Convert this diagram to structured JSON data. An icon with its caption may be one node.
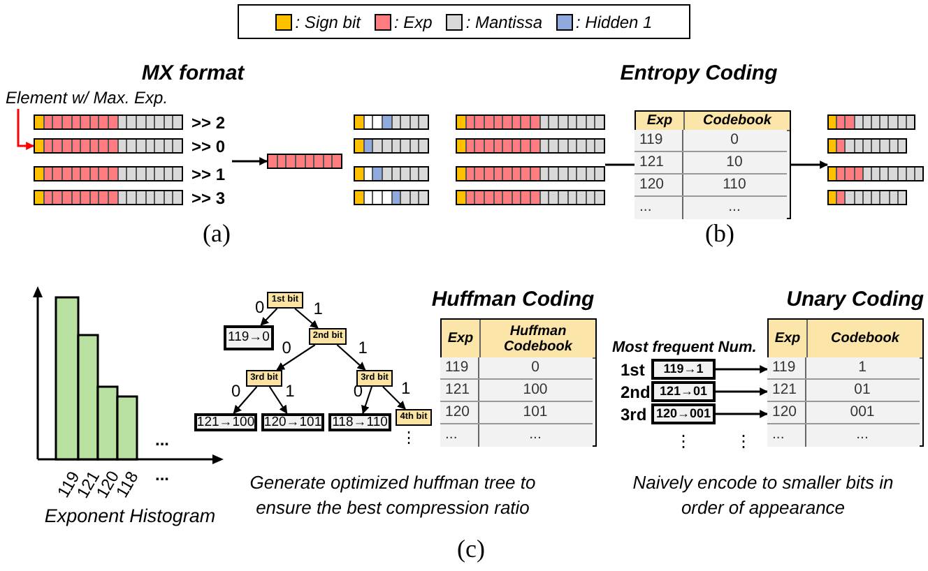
{
  "diagram": {
    "nodes": [
      {
        "text": [
          "Element w/ Max. Exp."
        ]
      },
      {
        "text": [],
        "shape": "bar",
        "beside": [
          ">> 2"
        ]
      },
      {
        "text": [],
        "shape": "bar",
        "beside": [
          ">> 0"
        ]
      },
      {
        "text": [],
        "shape": "bar",
        "beside": [
          ">> 1"
        ]
      },
      {
        "text": [],
        "shape": "bar",
        "beside": [
          ">> 3"
        ]
      },
      {
        "text": [],
        "shape": "bar"
      },
      {
        "text": [],
        "shape": "bar"
      },
      {
        "text": [],
        "shape": "bar"
      },
      {
        "text": [],
        "shape": "bar"
      },
      {
        "text": [],
        "shape": "bar"
      },
      {
        "text": [],
        "shape": "bar"
      },
      {
        "text": [],
        "shape": "bar"
      },
      {
        "text": [],
        "shape": "bar"
      },
      {
        "text": [],
        "shape": "bar"
      },
      {
        "text": [
          "Exp",
          "Codebook"
        ]
      },
      {
        "text": [
          "119",
          "0"
        ],
        "in": 14
      },
      {
        "text": [
          "121",
          "10"
        ],
        "in": 14
      },
      {
        "text": [
          "120",
          "110"
        ],
        "in": 14
      },
      {
        "text": [
          "...",
          "..."
        ],
        "in": 14
      },
      {
        "text": [],
        "shape": "bar"
      },
      {
        "text": [],
        "shape": "bar"
      },
      {
        "text": [],
        "shape": "bar"
      },
      {
        "text": [],
        "shape": "bar"
      },
      {
        "text": [
          "1st bit"
        ]
      },
      {
        "text": [
          "119→0"
        ]
      },
      {
        "text": [
          "2nd bit"
        ]
      },
      {
        "text": [
          "3rd bit"
        ]
      },
      {
        "text": [
          "3rd bit"
        ]
      },
      {
        "text": [
          "121→100"
        ]
      },
      {
        "text": [
          "120→101"
        ]
      },
      {
        "text": [
          "118→110"
        ]
      },
      {
        "text": [
          "4th bit"
        ]
      },
      {
        "text": [
          "Exp",
          "Huffman Codebook"
        ]
      },
      {
        "text": [
          "119",
          "0"
        ],
        "in": 32
      },
      {
        "text": [
          "121",
          "100"
        ],
        "in": 32
      },
      {
        "text": [
          "120",
          "101"
        ],
        "in": 32
      },
      {
        "text": [
          "...",
          "..."
        ],
        "in": 32
      },
      {
        "text": [
          "119→1"
        ],
        "beside": [
          "1st"
        ]
      },
      {
        "text": [
          "121→01"
        ],
        "beside": [
          "2nd"
        ]
      },
      {
        "text": [
          "120→001"
        ],
        "beside": [
          "3rd"
        ]
      },
      {
        "text": [
          "Exp",
          "Codebook"
        ]
      },
      {
        "text": [
          "119",
          "1"
        ],
        "in": 40
      },
      {
        "text": [
          "121",
          "01"
        ],
        "in": 40
      },
      {
        "text": [
          "120",
          "001"
        ],
        "in": 40
      },
      {
        "text": [
          "...",
          "..."
        ],
        "in": 40
      }
    ],
    "edges": [
      {
        "from": 0,
        "to": 2,
        "arrow": "to",
        "color": "#ff0000"
      },
      {
        "from": 2,
        "to": 5,
        "arrow": "to"
      },
      {
        "from": 12,
        "to": 14,
        "arrow": "none"
      },
      {
        "from": 14,
        "to": 20,
        "arrow": "to"
      },
      {
        "from": 23,
        "to": 24,
        "arrow": "to",
        "label": "0"
      },
      {
        "from": 23,
        "to": 25,
        "arrow": "to",
        "label": "1"
      },
      {
        "from": 25,
        "to": 26,
        "arrow": "to",
        "label": "0"
      },
      {
        "from": 25,
        "to": 27,
        "arrow": "to",
        "label": "1"
      },
      {
        "from": 26,
        "to": 28,
        "arrow": "to",
        "label": "0"
      },
      {
        "from": 26,
        "to": 29,
        "arrow": "to",
        "label": "1"
      },
      {
        "from": 27,
        "to": 30,
        "arrow": "to",
        "label": "0"
      },
      {
        "from": 27,
        "to": 31,
        "arrow": "to",
        "label": "1"
      },
      {
        "from": 37,
        "to": 41,
        "arrow": "to"
      },
      {
        "from": 38,
        "to": 42,
        "arrow": "to"
      },
      {
        "from": 39,
        "to": 43,
        "arrow": "to"
      }
    ],
    "labels": [
      "MX format",
      "Entropy Coding",
      "(a)",
      "(b)",
      "119",
      "121",
      "120",
      "118",
      "...",
      "...",
      "Exponent Histogram",
      "Huffman Coding",
      "Generate optimized huffman tree to ensure the best compression ratio",
      "Unary Coding",
      "Most frequent Num.",
      "⋮",
      "⋮",
      "⋮",
      "Naively encode to smaller bits in order of appearance",
      "(c)"
    ],
    "legend": [
      {
        "text": ": Sign bit",
        "color": "#ffc000"
      },
      {
        "text": ": Exp",
        "color": "#ff7c80"
      },
      {
        "text": ": Mantissa",
        "color": "#d9d9d9"
      },
      {
        "text": ": Hidden 1",
        "color": "#8faadc"
      }
    ]
  }
}
